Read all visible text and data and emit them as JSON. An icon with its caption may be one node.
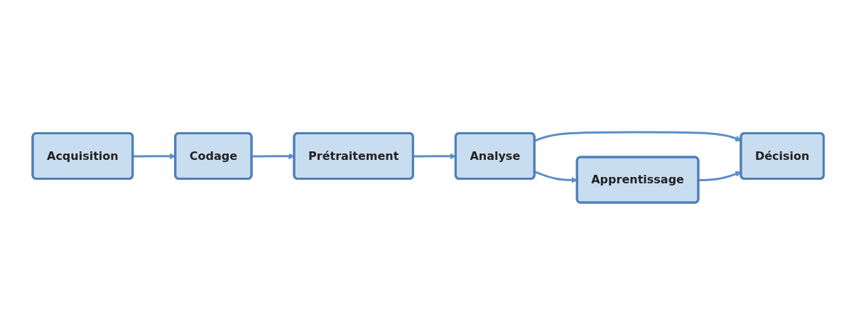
{
  "diagram": {
    "nodes": [
      {
        "text": [
          "Acquisition"
        ]
      },
      {
        "text": [
          "Codage"
        ]
      },
      {
        "text": [
          "Prétraitement"
        ]
      },
      {
        "text": [
          "Analyse"
        ]
      },
      {
        "text": [
          "Apprentissage"
        ]
      },
      {
        "text": [
          "Décision"
        ]
      }
    ],
    "edges": [
      {
        "from": 0,
        "to": 1,
        "arrow": "to"
      },
      {
        "from": 1,
        "to": 2,
        "arrow": "to"
      },
      {
        "from": 2,
        "to": 3,
        "arrow": "to"
      },
      {
        "from": 3,
        "to": 4,
        "arrow": "to"
      },
      {
        "from": 3,
        "to": 5,
        "arrow": "to"
      },
      {
        "from": 4,
        "to": 5,
        "arrow": "to"
      }
    ]
  }
}
